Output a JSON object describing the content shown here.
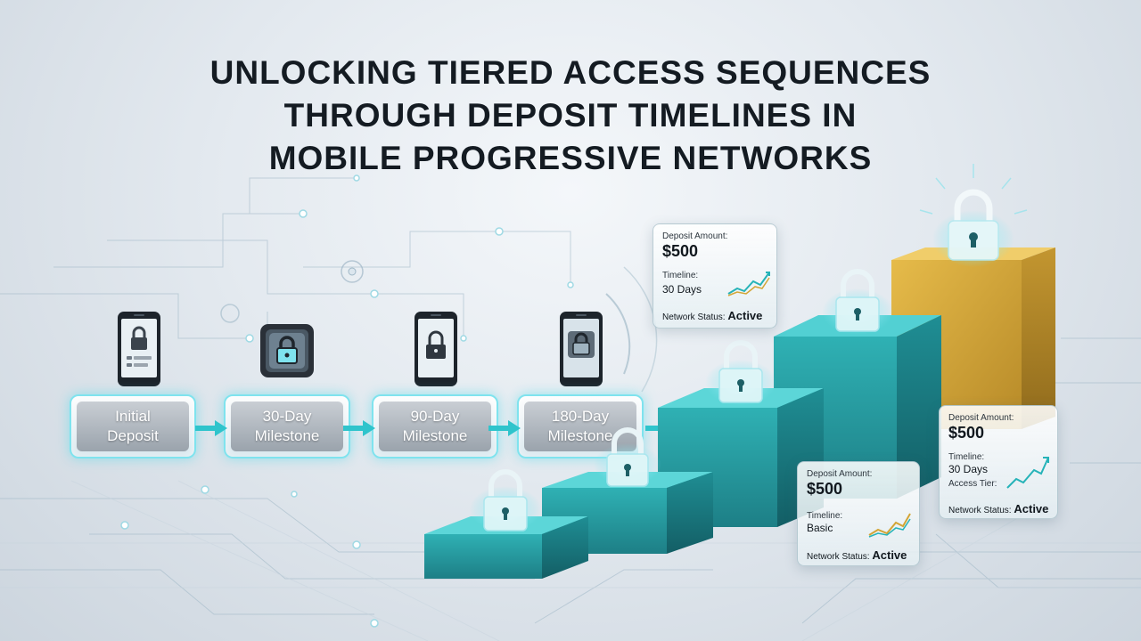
{
  "title": {
    "line1": "UNLOCKING TIERED ACCESS SEQUENCES",
    "line2": "THROUGH DEPOSIT TIMELINES IN",
    "line3": "MOBILE PROGRESSIVE NETWORKS"
  },
  "steps": [
    {
      "line1": "Initial",
      "line2": "Deposit"
    },
    {
      "line1": "30-Day",
      "line2": "Milestone"
    },
    {
      "line1": "90-Day",
      "line2": "Milestone"
    },
    {
      "line1": "180-Day",
      "line2": "Milestone"
    }
  ],
  "cards": {
    "top": {
      "amount_label": "Deposit Amount:",
      "amount": "$500",
      "timeline_label": "Timeline:",
      "timeline": "30 Days",
      "status_label": "Network Status:",
      "status": "Active"
    },
    "bottom": {
      "amount_label": "Deposit Amount:",
      "amount": "$500",
      "timeline_label": "Timeline:",
      "timeline": "Basic",
      "status_label": "Network Status:",
      "status": "Active"
    },
    "right": {
      "amount_label": "Deposit Amount:",
      "amount": "$500",
      "timeline_label": "Timeline:",
      "timeline": "30 Days",
      "tier_label": "Access Tier:",
      "status_label": "Network Status:",
      "status": "Active"
    }
  },
  "colors": {
    "teal": "#2aa9ad",
    "gold": "#d8a93a",
    "glow": "#7fe3ee"
  },
  "icons": [
    "phone-lock-icon",
    "chip-lock-icon",
    "padlock-icon",
    "arrow-right-icon",
    "sparkline-icon"
  ]
}
